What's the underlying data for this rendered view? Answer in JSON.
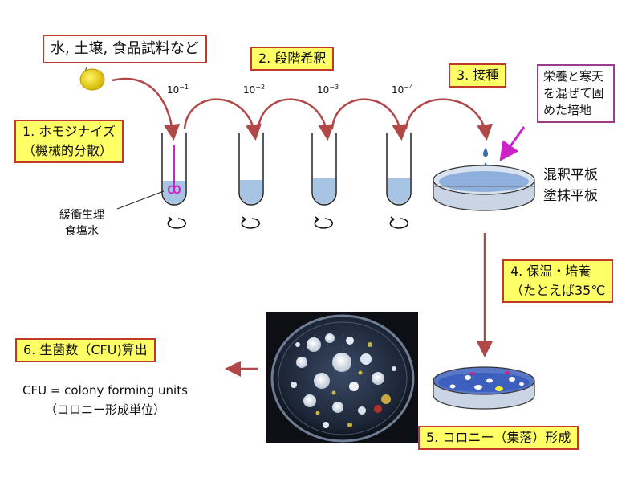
{
  "sample_box": "水, 土壌, 食品試料など",
  "step1": [
    "1. ホモジナイズ",
    "（機械的分散）"
  ],
  "step2": "2. 段階希釈",
  "step3": "3. 接種",
  "agar_note": [
    "栄養と寒天",
    "を混ぜて固",
    "めた培地"
  ],
  "plate_methods": [
    "混釈平板",
    "塗抹平板"
  ],
  "dilutions": [
    "10",
    "10",
    "10",
    "10"
  ],
  "dilution_exponents": [
    "−1",
    "−2",
    "−3",
    "−4"
  ],
  "buffer_label": [
    "緩衝生理",
    "食塩水"
  ],
  "step4": [
    "4. 保温・培養",
    "（たとえば35℃"
  ],
  "step5": "5. コロニー（集落）形成",
  "step6": "6. 生菌数（CFU)算出",
  "cfu_def": [
    "CFU = colony forming units",
    "（コロニー形成単位）"
  ],
  "colors": {
    "box_fill": "#ffff66",
    "box_border": "#c0392b",
    "arrow": "#b04848",
    "liquid": "#a8c4e4",
    "plate_liquid": "#4a6fc0",
    "magenta": "#cc22cc"
  }
}
